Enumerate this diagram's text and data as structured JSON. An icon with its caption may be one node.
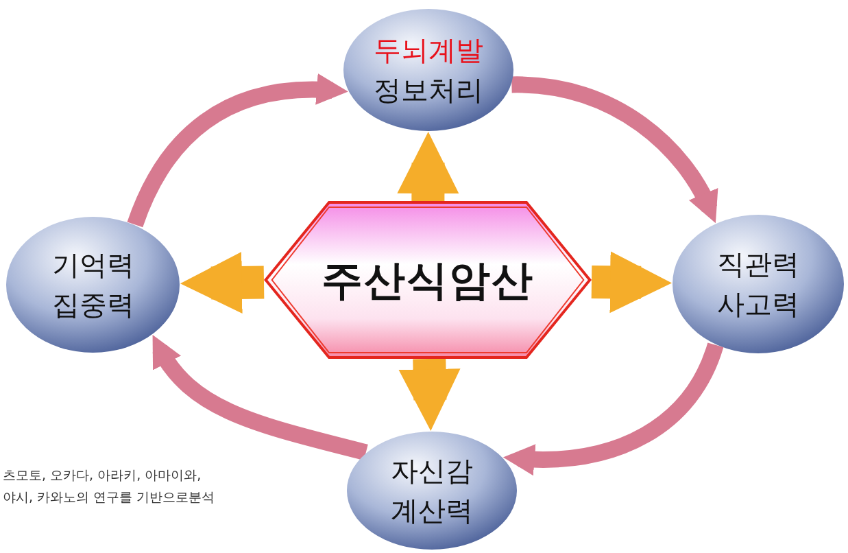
{
  "diagram": {
    "nodes": [
      {
        "text": [
          "주산식암산"
        ]
      },
      {
        "text": [
          "두뇌계발",
          "정보처리"
        ]
      },
      {
        "text": [
          "기억력",
          "집중력"
        ]
      },
      {
        "text": [
          "직관력",
          "사고력"
        ]
      },
      {
        "text": [
          "자신감",
          "계산력"
        ]
      }
    ],
    "edges": [
      {
        "from": 0,
        "to": 1,
        "arrow": "to",
        "style": "thick"
      },
      {
        "from": 0,
        "to": 2,
        "arrow": "to",
        "style": "thick"
      },
      {
        "from": 0,
        "to": 3,
        "arrow": "to",
        "style": "thick"
      },
      {
        "from": 0,
        "to": 4,
        "arrow": "to",
        "style": "thick"
      },
      {
        "from": 2,
        "to": 1,
        "arrow": "to",
        "color": "#d77a90"
      },
      {
        "from": 1,
        "to": 3,
        "arrow": "to",
        "color": "#d77a90"
      },
      {
        "from": 3,
        "to": 4,
        "arrow": "to",
        "color": "#d77a90"
      },
      {
        "from": 4,
        "to": 2,
        "arrow": "to",
        "color": "#d77a90"
      }
    ],
    "labels": [
      "츠모토, 오카다, 아라키, 아마이와,",
      "야시, 카와노의 연구를 기반으로분석"
    ]
  }
}
